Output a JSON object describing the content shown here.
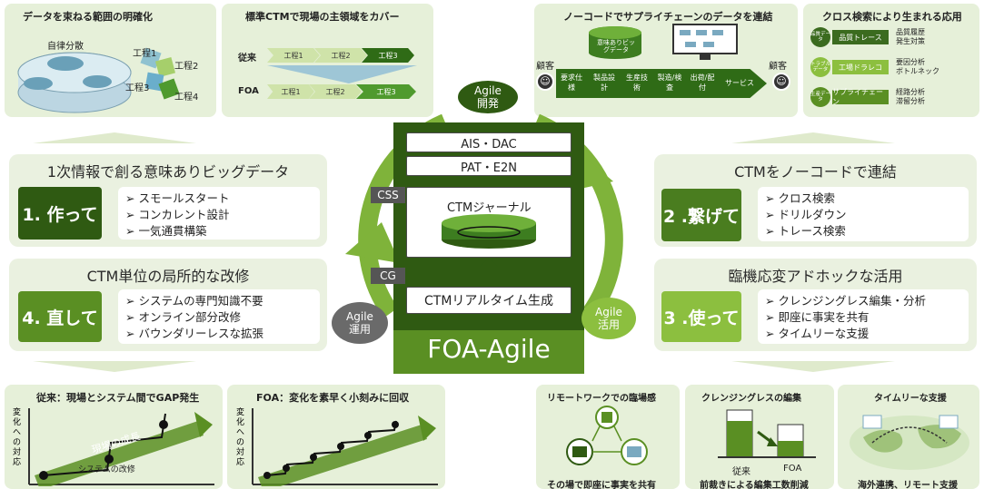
{
  "colors": {
    "dark_green": "#2f5a12",
    "mid_green": "#5a8f23",
    "light_green": "#8cbf3f",
    "panel_bg": "#e6f0d9"
  },
  "top_left": {
    "title": "データを束ねる範囲の明確化",
    "autonomous": "自律分散",
    "steps": [
      "工程1",
      "工程2",
      "工程3",
      "工程4"
    ]
  },
  "top_mid": {
    "title": "標準CTMで現場の主領域をカバー",
    "conventional": "従来",
    "foa": "FOA",
    "steps": [
      "工程1",
      "工程2",
      "工程3"
    ]
  },
  "top_right": {
    "title": "ノーコードでサプライチェーンのデータを連結",
    "db_label": "意味ありビッグデータ",
    "customer": "顧客",
    "chain": [
      "要求仕様",
      "製品設計",
      "生産技術",
      "製造/検査",
      "出荷/配付",
      "サービス"
    ]
  },
  "cross": {
    "title": "クロス検索により生まれる応用",
    "rows": [
      {
        "tag": "品質データ",
        "bar": "品質トレース",
        "items": [
          "品質履歴",
          "発生対策"
        ]
      },
      {
        "tag": "トラブルデータ",
        "bar": "工場ドラレコ",
        "items": [
          "要因分析",
          "ボトルネック"
        ]
      },
      {
        "tag": "生産データ",
        "bar": "サプライチェーン",
        "items": [
          "経路分析",
          "滞留分析"
        ]
      }
    ]
  },
  "left1": {
    "title": "1次情報で創る意味ありビッグデータ",
    "label": "1. 作って",
    "bullets": [
      "➢ スモールスタート",
      "➢ コンカレント設計",
      "➢ 一気通貫構築"
    ]
  },
  "left2": {
    "title": "CTM単位の局所的な改修",
    "label": "4. 直して",
    "bullets": [
      "➢ システムの専門知識不要",
      "➢ オンライン部分改修",
      "➢ バウンダリーレスな拡張"
    ]
  },
  "right1": {
    "title": "CTMをノーコードで連結",
    "label": "2 .繋げて",
    "bullets": [
      "➢ クロス検索",
      "➢ ドリルダウン",
      "➢ トレース検索"
    ]
  },
  "right2": {
    "title": "臨機応変アドホックな活用",
    "label": "3 .使って",
    "bullets": [
      "➢ クレンジングレス編集・分析",
      "➢ 即座に事実を共有",
      "➢ タイムリーな支援"
    ]
  },
  "center": {
    "agile_dev": [
      "Agile",
      "開発"
    ],
    "agile_ops": [
      "Agile",
      "運用"
    ],
    "agile_use": [
      "Agile",
      "活用"
    ],
    "ais": "AIS・DAC",
    "pat": "PAT・E2N",
    "css": "CSS",
    "cg": "CG",
    "journal": "CTMジャーナル",
    "realtime": "CTMリアルタイム生成",
    "brand": "FOA-Agile"
  },
  "bottom": {
    "conv_title": "従来：現場とシステム間でGAP発生",
    "foa_title": "FOA：変化を素早く小刻みに回収",
    "ylabel": [
      "変",
      "化",
      "へ",
      "の",
      "対",
      "応"
    ],
    "growth": "現場の成長",
    "sys_fix": "システムの改修",
    "remote_title": "リモートワークでの臨場感",
    "remote_caption": "その場で即座に事実を共有",
    "cleansing_title": "クレンジングレスの編集",
    "cleansing_caption": "前裁きによる編集工数削減",
    "conv": "従来",
    "foa": "FOA",
    "timely_title": "タイムリーな支援",
    "timely_caption": "海外連携、リモート支援"
  }
}
